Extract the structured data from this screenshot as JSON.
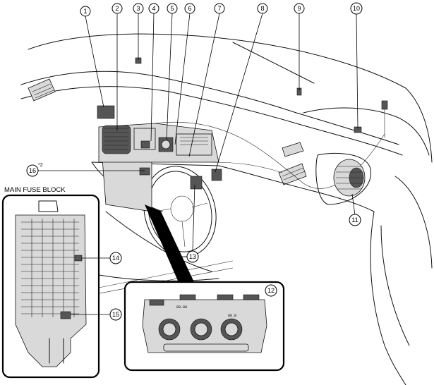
{
  "callouts": [
    {
      "id": "c1",
      "num": "1"
    },
    {
      "id": "c2",
      "num": "2"
    },
    {
      "id": "c3",
      "num": "3"
    },
    {
      "id": "c4",
      "num": "4"
    },
    {
      "id": "c5",
      "num": "5"
    },
    {
      "id": "c6",
      "num": "6"
    },
    {
      "id": "c7",
      "num": "7"
    },
    {
      "id": "c8",
      "num": "8"
    },
    {
      "id": "c9",
      "num": "9"
    },
    {
      "id": "c10",
      "num": "10"
    },
    {
      "id": "c11",
      "num": "11"
    },
    {
      "id": "c12",
      "num": "12"
    },
    {
      "id": "c13",
      "num": "13"
    },
    {
      "id": "c14",
      "num": "14"
    },
    {
      "id": "c15",
      "num": "15"
    },
    {
      "id": "c16",
      "num": "16"
    }
  ],
  "note_16": "*2",
  "fuse_block_title": "MAIN FUSE BLOCK",
  "panel": {
    "left_display": "88.88",
    "right_display": "88.8"
  }
}
